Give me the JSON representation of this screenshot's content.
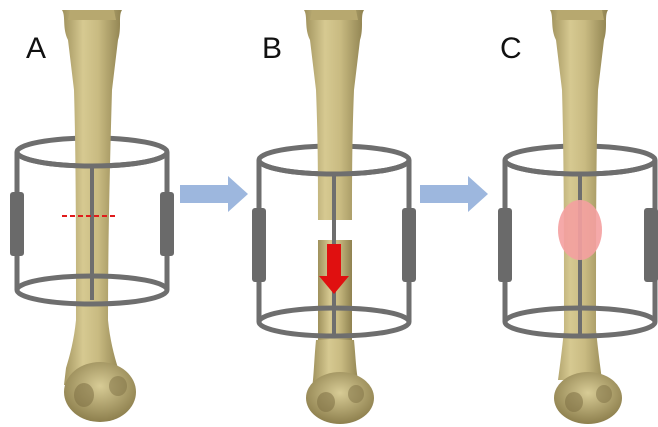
{
  "panels": [
    {
      "label": "A",
      "stage": "osteotomy-line"
    },
    {
      "label": "B",
      "stage": "distraction"
    },
    {
      "label": "C",
      "stage": "regenerate"
    }
  ],
  "colors": {
    "bone": "#c9bb82",
    "bone_dark": "#9f915c",
    "bone_light": "#e3d8a8",
    "frame": "#6e6e6e",
    "rod": "#6a6a6a",
    "cut_line": "#e01b1b",
    "distraction_arrow": "#e01010",
    "regenerate": "#f4a0a0",
    "transition_arrow": "#9db7de"
  }
}
